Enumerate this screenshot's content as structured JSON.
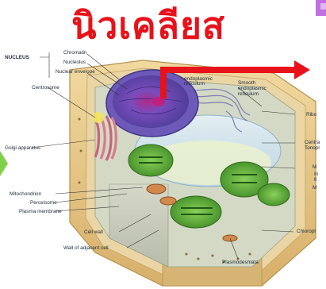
{
  "title": "นิวเคลียส",
  "colors": {
    "title": "#e8121a",
    "arrow": "#e8121a",
    "wall": "#e6c98c",
    "nucleus": "#6a4fb0",
    "chloroplast": "#4caa2c",
    "vacuole": "#c9e0ec",
    "golgi": "#c8647a",
    "mito": "#d28a4c",
    "left_arrow": "#7fd04a",
    "corner_blob": "#c070e0"
  },
  "labels": {
    "nucleus_group": "NUCLEUS",
    "chromatin": "Chromatin",
    "nucleolus": "Nucleolus",
    "nuclear_envelope": "Nuclear envelope",
    "centrosome": "Centrosome",
    "golgi": "Golgi apparatus",
    "mitochondrion": "Mitochondrion",
    "peroxisome": "Peroxisome",
    "plasma_membrane": "Plasma membrane",
    "cell_wall": "Cell wall",
    "adjacent_wall": "Wall of adjacent cell",
    "plasmodesmata": "Plasmodesmata",
    "chloroplast": "Chloropl",
    "rough_er_1": "endoplasmic",
    "rough_er_2": "reticulum",
    "smooth_er_1": "Smooth",
    "smooth_er_2": "endoplasmic",
    "smooth_er_3": "reticulum",
    "ribosomes": "Ribo",
    "central_vacuole_1": "Centra",
    "central_vacuole_2": "Tonopl",
    "right_m": "M",
    "right_in": "In",
    "right_fi": "fi",
    "right_m2": "M"
  }
}
